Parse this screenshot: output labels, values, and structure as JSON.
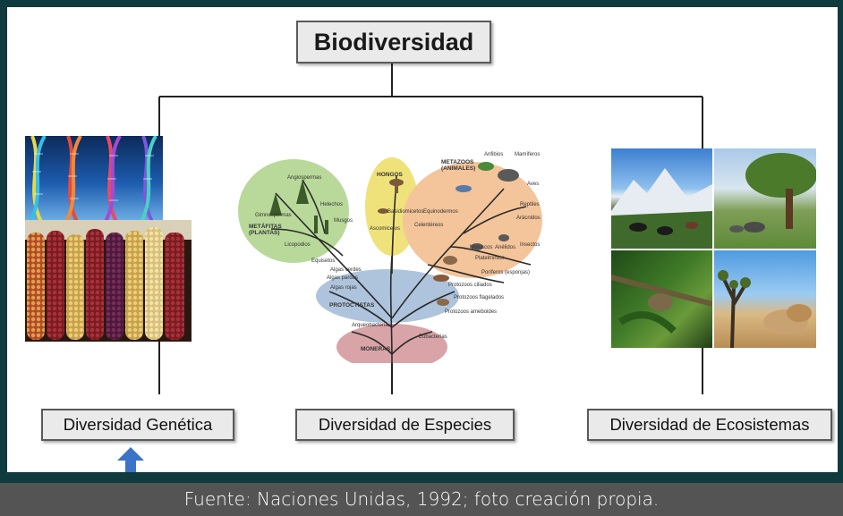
{
  "title": "Biodiversidad",
  "branches": {
    "genetica": "Diversidad Genética",
    "especies": "Diversidad de Especies",
    "ecosistemas": "Diversidad de Ecosistemas"
  },
  "tree_labels": {
    "hongos": "HONGOS",
    "metazoos": "METAZOOS (ANIMALES)",
    "metafitas": "METÁFITAS (PLANTAS)",
    "protoctistas": "PROTOCTISTAS",
    "moneras": "MONERAS",
    "angiospermas": "Angiospermas",
    "gimnospermas": "Gimnospermas",
    "helechos": "Helechos",
    "musgos": "Musgos",
    "licopodios": "Licopodios",
    "equisetos": "Equisetos",
    "basidiomicetos": "Basidiomicetos",
    "ascomicetos": "Ascomicetos",
    "anfibios": "Anfibios",
    "mamiferos": "Mamíferos",
    "aves": "Aves",
    "reptiles": "Reptiles",
    "aracnidos": "Arácnidos",
    "insectos": "Insectos",
    "equinodermos": "Equinodermos",
    "celentereos": "Celentéreos",
    "moluscos": "Moluscos",
    "anelidos": "Anélidos",
    "platelmintos": "Platelmintos",
    "poriferos": "Poríferos (esponjas)",
    "algas_verdes": "Algas verdes",
    "algas_pardas": "Algas pardas",
    "algas_rojas": "Algas rojas",
    "protozoos_ciliados": "Protozoos ciliados",
    "protozoos_flagelados": "Protozoos flagelados",
    "protozoos_ameboides": "Protozoos ameboides",
    "arqueobacterias": "Arqueobacterias",
    "eubacterias": "Eubacterias"
  },
  "footer": "Fuente: Naciones Unidas, 1992; foto creación propia.",
  "colors": {
    "background": "#0f3a3e",
    "canvas": "#ffffff",
    "footer_bar": "#545454",
    "box_fill": "#eaeaea",
    "arrow": "#3b73c9",
    "plants": "#b9d99a",
    "fungi": "#f0e27a",
    "animals": "#f4c49a",
    "protoctists": "#aec4dc",
    "monera": "#d8a4a8"
  }
}
